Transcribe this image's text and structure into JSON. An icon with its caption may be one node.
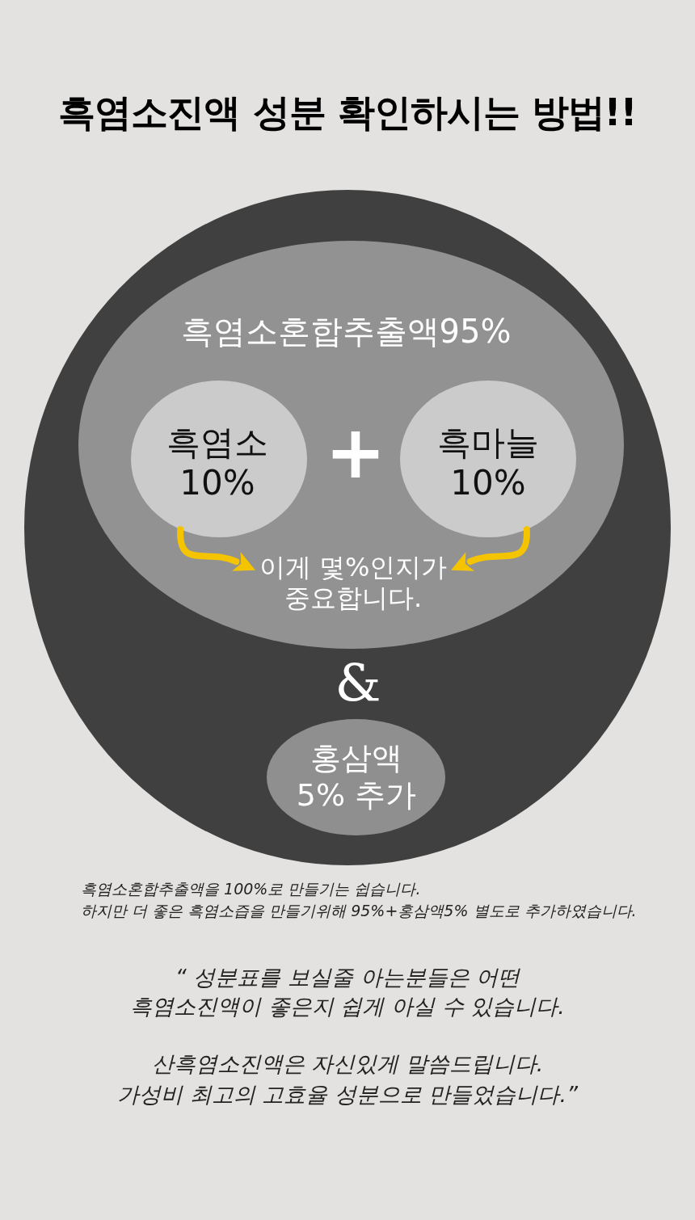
{
  "diagram": {
    "title": "흑염소진액 성분 확인하시는 방법!!",
    "nodes": [
      {
        "text": [
          "&"
        ]
      },
      {
        "text": [
          "흑염소혼합추출액95%",
          "+"
        ],
        "in": 0
      },
      {
        "text": [
          "흑염소 10%"
        ],
        "in": 1
      },
      {
        "text": [
          "흑마늘 10%"
        ],
        "in": 1
      },
      {
        "text": [
          "이게 몇%인지가 중요합니다."
        ],
        "in": 1
      },
      {
        "text": [
          "홍삼액 5% 추가"
        ],
        "in": 0
      }
    ],
    "edges": [
      {
        "from": 2,
        "to": 4,
        "arrow": "to"
      },
      {
        "from": 3,
        "to": 4,
        "arrow": "to"
      }
    ],
    "labels": [
      "흑염소혼합추출액을 100%로 만들기는 쉽습니다.",
      "하지만 더 좋은 흑염소즙을 만들기위해 95%+홍삼액5% 별도로 추가하였습니다.",
      "“ 성분표를 보실줄 아는분들은 어떤 흑염소진액이 좋은지 쉽게 아실 수 있습니다.",
      "산흑염소진액은 자신있게 말씀드립니다.",
      "가성비 최고의 고효율 성분으로 만들었습니다.”"
    ]
  }
}
